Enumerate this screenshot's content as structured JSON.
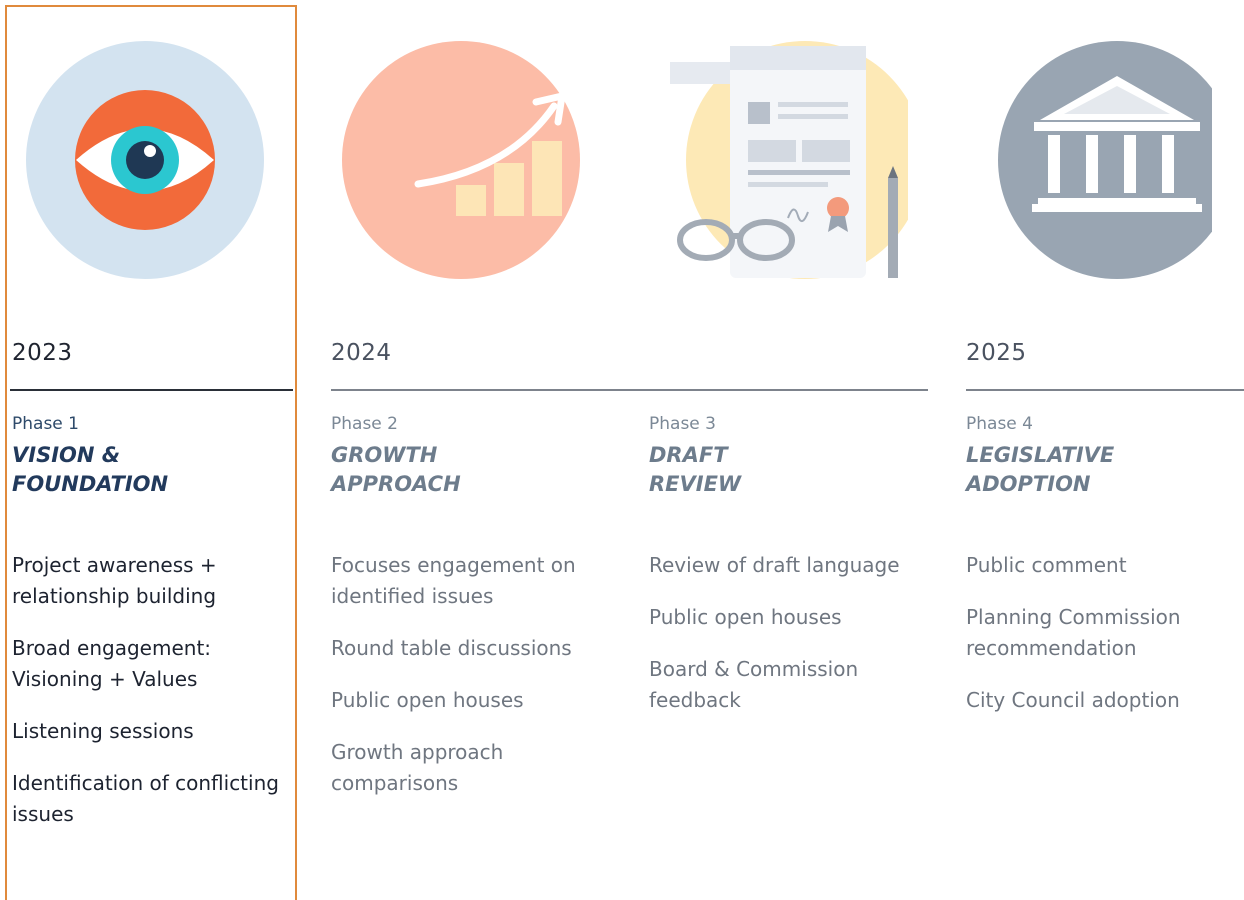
{
  "phases": [
    {
      "year": "2023",
      "label": "Phase 1",
      "title": "VISION &\nFOUNDATION",
      "activities": [
        "Project awareness + relationship building",
        "Broad engagement: Visioning + Values",
        "Listening sessions",
        "Identification of conflicting issues"
      ],
      "icon": "eye-icon",
      "highlighted": true
    },
    {
      "year": "2024",
      "label": "Phase 2",
      "title": "GROWTH\nAPPROACH",
      "activities": [
        "Focuses engagement on identified issues",
        "Round table discussions",
        "Public open houses",
        "Growth approach comparisons"
      ],
      "icon": "growth-chart-icon"
    },
    {
      "label": "Phase 3",
      "title": "DRAFT\nREVIEW",
      "activities": [
        "Review of draft language",
        "Public open houses",
        "Board & Commission feedback"
      ],
      "icon": "document-review-icon"
    },
    {
      "year": "2025",
      "label": "Phase 4",
      "title": "LEGISLATIVE\nADOPTION",
      "activities": [
        "Public comment",
        "Planning Commission recommendation",
        "City Council adoption"
      ],
      "icon": "government-building-icon"
    }
  ],
  "colors": {
    "highlight_border": "#e08a3c",
    "active_title": "#223a5c",
    "inactive_title": "#6d7c8c"
  }
}
